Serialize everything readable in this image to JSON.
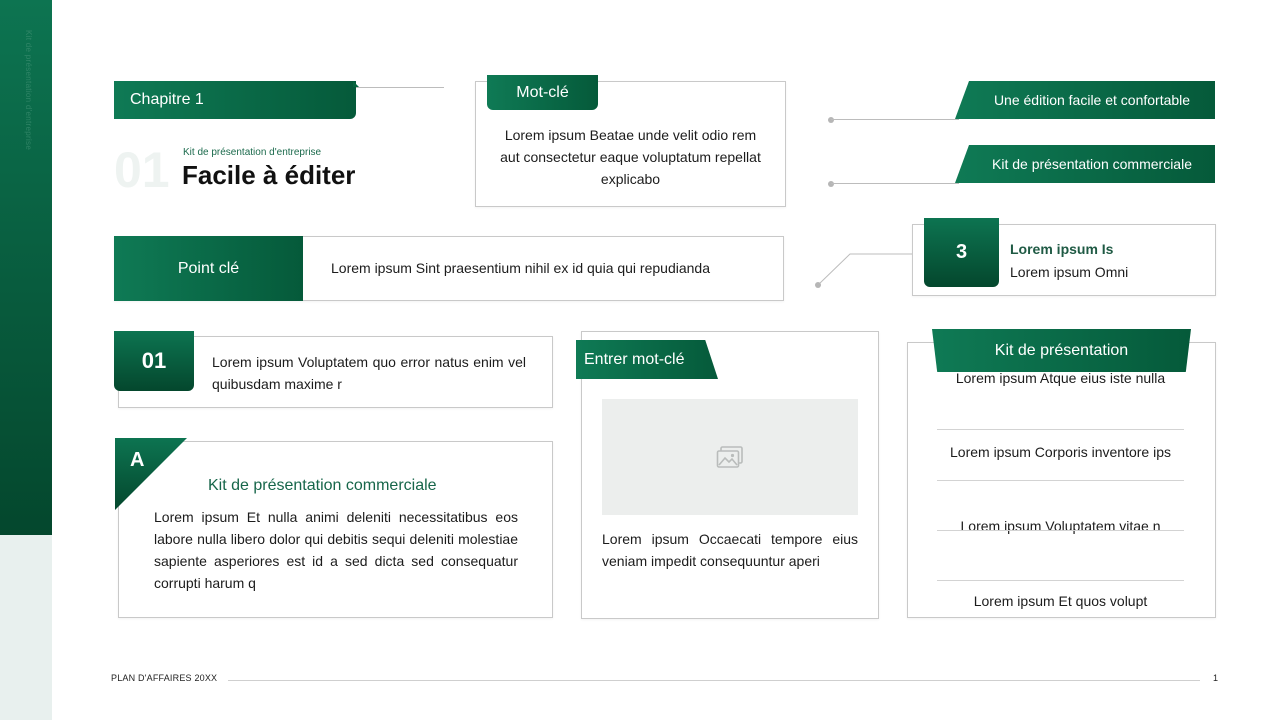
{
  "rail": {
    "vertical_text": "Kit de présentation d'entreprise"
  },
  "chapter": {
    "tab_label": "Chapitre 1",
    "number": "01",
    "subtitle": "Kit de présentation d'entreprise",
    "title": "Facile à éditer"
  },
  "keyword_box": {
    "tab_label": "Mot-clé",
    "text": "Lorem ipsum Beatae unde velit odio rem aut consectetur eaque voluptatum repellat explicabo"
  },
  "ribbons": [
    {
      "label": "Une édition facile et confortable"
    },
    {
      "label": "Kit de présentation commerciale"
    }
  ],
  "point": {
    "tab_label": "Point clé",
    "text": "Lorem ipsum Sint praesentium nihil ex id quia qui repudianda"
  },
  "step": {
    "number": "3",
    "title": "Lorem ipsum Is",
    "subtitle": "Lorem ipsum Omni"
  },
  "numbered": {
    "number": "01",
    "text": "Lorem ipsum Voluptatem quo error natus enim vel quibusdam maxime r"
  },
  "card_a": {
    "letter": "A",
    "title": "Kit de présentation commerciale",
    "text": "Lorem ipsum Et nulla animi deleniti necessitatibus eos labore nulla libero dolor qui debitis sequi deleniti molestiae sapiente asperiores est id a sed dicta sed consequatur corrupti harum q"
  },
  "entry": {
    "tab_label": "Entrer mot-clé",
    "image_icon": "image-placeholder-icon",
    "text": "Lorem ipsum Occaecati tempore eius veniam impedit consequuntur aperi"
  },
  "kit_list": {
    "tab_label": "Kit de présentation",
    "items": [
      "Lorem ipsum Atque eius iste nulla",
      "Lorem ipsum Corporis inventore ips",
      "Lorem ipsum Voluptatem vitae n",
      "Lorem ipsum Et quos volupt"
    ]
  },
  "footer": {
    "label": "PLAN D'AFFAIRES 20XX",
    "page": "1"
  },
  "colors": {
    "accent_dark": "#055a3a",
    "accent_light": "#0f7a55",
    "rail_pale": "#e8f0ee"
  }
}
